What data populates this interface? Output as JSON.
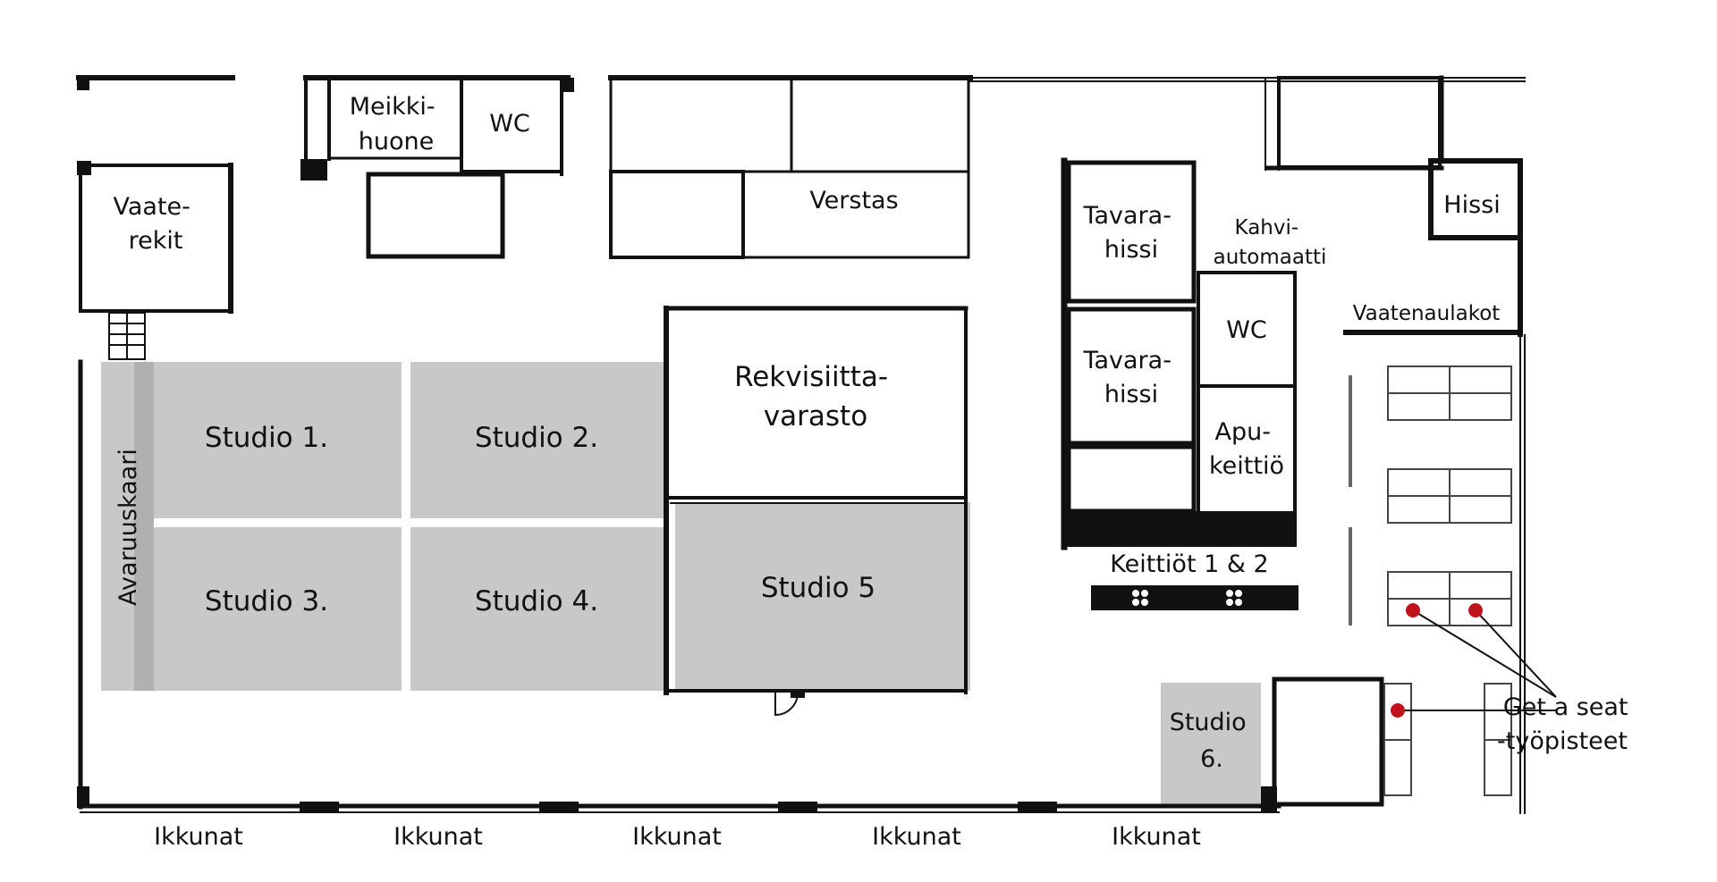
{
  "colors": {
    "wall": "#111111",
    "studio_fill": "#c8c8c8",
    "background": "#ffffff",
    "marker": "#c0121c"
  },
  "rooms": {
    "meikkihuone": [
      "Meikki-",
      "huone"
    ],
    "wc_top": "WC",
    "verstas": "Verstas",
    "vaaterekit": [
      "Vaate-",
      "rekit"
    ],
    "tavarahissi_1": [
      "Tavara-",
      "hissi"
    ],
    "tavarahissi_2": [
      "Tavara-",
      "hissi"
    ],
    "kahviautomaatti": [
      "Kahvi-",
      "automaatti"
    ],
    "hissi": "Hissi",
    "vaatenaulakot": "Vaatenaulakot",
    "wc_right": "WC",
    "apukeittio": [
      "Apu-",
      "keittiö"
    ],
    "keittiot": "Keittiöt 1 & 2",
    "rekvisiittavarasto": [
      "Rekvisiitta-",
      "varasto"
    ],
    "avaruuskaari": "Avaruuskaari"
  },
  "studios": {
    "studio_1": "Studio 1.",
    "studio_2": "Studio 2.",
    "studio_3": "Studio 3.",
    "studio_4": "Studio 4.",
    "studio_5": "Studio 5",
    "studio_6": [
      "Studio",
      "6."
    ]
  },
  "get_a_seat": [
    "Get a seat",
    "-työpisteet"
  ],
  "windows": [
    "Ikkunat",
    "Ikkunat",
    "Ikkunat",
    "Ikkunat",
    "Ikkunat"
  ]
}
